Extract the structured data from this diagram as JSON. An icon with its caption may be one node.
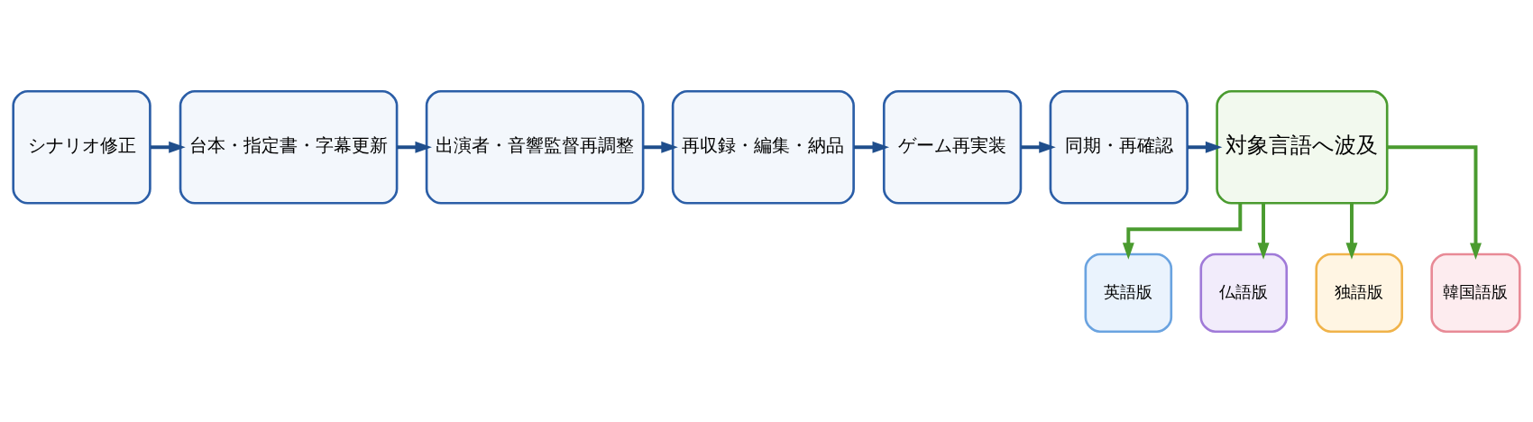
{
  "diagram": {
    "nodes": [
      {
        "text": [
          "シナリオ修正"
        ]
      },
      {
        "text": [
          "台本・指定書・字幕更新"
        ]
      },
      {
        "text": [
          "出演者・音響監督再調整"
        ]
      },
      {
        "text": [
          "再収録・編集・納品"
        ]
      },
      {
        "text": [
          "ゲーム再実装"
        ]
      },
      {
        "text": [
          "同期・再確認"
        ]
      },
      {
        "text": [
          "対象言語へ波及"
        ]
      },
      {
        "text": [
          "英語版"
        ]
      },
      {
        "text": [
          "仏語版"
        ]
      },
      {
        "text": [
          "独語版"
        ]
      },
      {
        "text": [
          "韓国語版"
        ]
      }
    ],
    "edges": [
      {
        "from": 0,
        "to": 1,
        "arrow": "to"
      },
      {
        "from": 1,
        "to": 2,
        "arrow": "to"
      },
      {
        "from": 2,
        "to": 3,
        "arrow": "to"
      },
      {
        "from": 3,
        "to": 4,
        "arrow": "to"
      },
      {
        "from": 4,
        "to": 5,
        "arrow": "to"
      },
      {
        "from": 5,
        "to": 6,
        "arrow": "to"
      },
      {
        "from": 6,
        "to": 7,
        "arrow": "to",
        "color": "#4a9b2f"
      },
      {
        "from": 6,
        "to": 8,
        "arrow": "to",
        "color": "#4a9b2f"
      },
      {
        "from": 6,
        "to": 9,
        "arrow": "to",
        "color": "#4a9b2f"
      },
      {
        "from": 6,
        "to": 10,
        "arrow": "to",
        "color": "#4a9b2f"
      }
    ]
  }
}
